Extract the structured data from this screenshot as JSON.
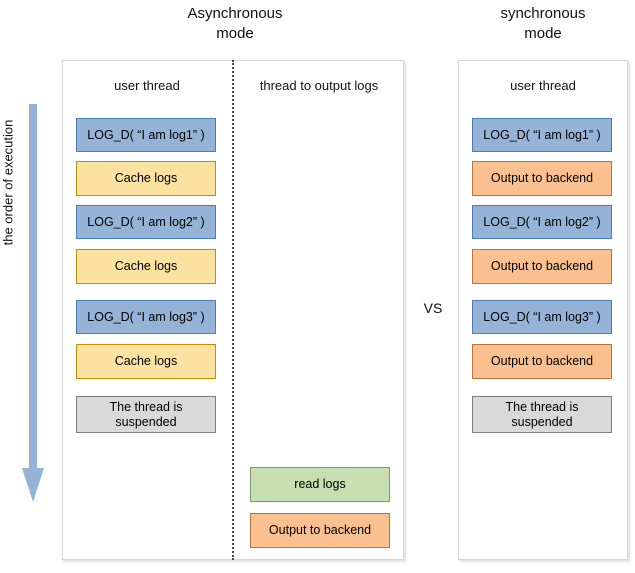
{
  "titles": {
    "async": "Asynchronous\nmode",
    "sync": "synchronous\nmode"
  },
  "comparison_label": "VS",
  "order_arrow": {
    "label": "the order of execution",
    "direction": "down",
    "color": "#95b3d7"
  },
  "panels": {
    "async": {
      "columns": [
        {
          "header": "user thread",
          "steps": [
            {
              "label": "LOG_D( “I am log1” )",
              "color": "blue"
            },
            {
              "label": "Cache logs",
              "color": "yellow"
            },
            {
              "label": "LOG_D( “I am log2” )",
              "color": "blue"
            },
            {
              "label": "Cache logs",
              "color": "yellow"
            },
            {
              "label": "LOG_D( “I am log3” )",
              "color": "blue"
            },
            {
              "label": "Cache logs",
              "color": "yellow"
            },
            {
              "label": "The thread is\nsuspended",
              "color": "gray"
            }
          ]
        },
        {
          "header": "thread to output logs",
          "steps": [
            {
              "label": "read logs",
              "color": "green"
            },
            {
              "label": "Output to backend",
              "color": "orange"
            }
          ]
        }
      ]
    },
    "sync": {
      "columns": [
        {
          "header": "user thread",
          "steps": [
            {
              "label": "LOG_D( “I am log1” )",
              "color": "blue"
            },
            {
              "label": "Output to backend",
              "color": "orange"
            },
            {
              "label": "LOG_D( “I am log2” )",
              "color": "blue"
            },
            {
              "label": "Output to backend",
              "color": "orange"
            },
            {
              "label": "LOG_D( “I am log3” )",
              "color": "blue"
            },
            {
              "label": "Output to backend",
              "color": "orange"
            },
            {
              "label": "The thread is\nsuspended",
              "color": "gray"
            }
          ]
        }
      ]
    }
  },
  "colors": {
    "blue_fill": "#95b3d7",
    "blue_border": "#4a7ebb",
    "yellow_fill": "#fbe2a0",
    "yellow_border": "#bf9000",
    "orange_fill": "#fac090",
    "orange_border": "#c0703a",
    "green_fill": "#c7dfb1",
    "green_border": "#7e9a63",
    "gray_fill": "#d9d9d9",
    "gray_border": "#808080",
    "panel_border": "#d5d5d5",
    "divider": "#4a4a4a"
  }
}
